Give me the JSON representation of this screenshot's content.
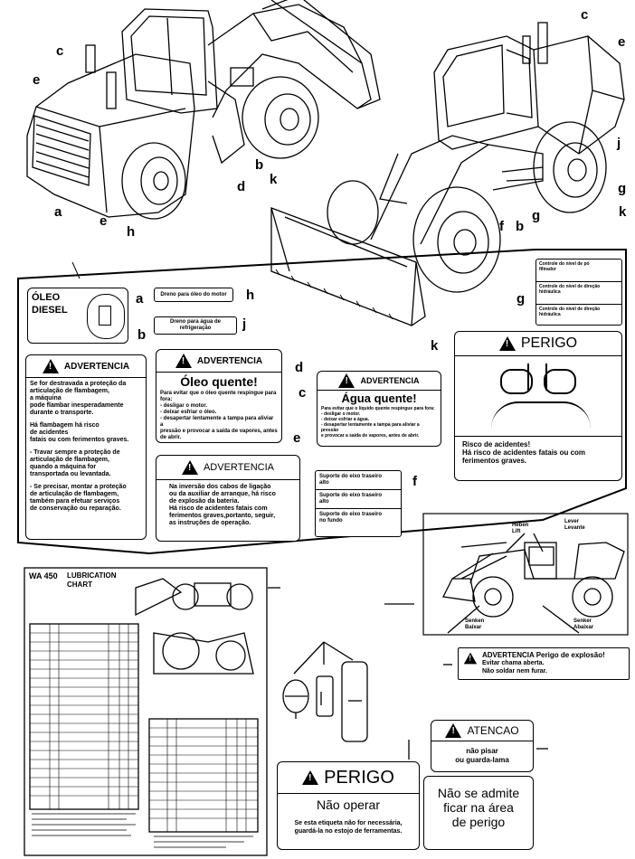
{
  "callouts": {
    "left_machine": [
      "c",
      "e",
      "a",
      "e",
      "h",
      "d",
      "b",
      "k"
    ],
    "right_machine": [
      "c",
      "e",
      "j",
      "g",
      "k",
      "f",
      "b",
      "g"
    ]
  },
  "sheet": {
    "oleo_diesel": [
      "ÓLEO",
      "DIESEL"
    ],
    "drain_oil": "Dreno para óleo do motor",
    "drain_water": "Dreno para água de refrigeração",
    "advertencia_b": {
      "header": "ADVERTENCIA",
      "lines": [
        "Se for destravada a proteção da",
        "articulação de flambagem,",
        "a máquina",
        "pode flambar inesperadamente",
        "durante o transporte.",
        "",
        "Há flambagem há risco",
        "de acidentes",
        "fatais ou com ferimentos graves.",
        "",
        "- Travar sempre a proteção de",
        "  articulação de flambagem,",
        "  quando a máquina for",
        "  transportada ou levantada.",
        "",
        "- Se precisar, montar a proteção",
        "  de articulação de flambagem,",
        "  também para efetuar serviços",
        "  de conservação ou reparação."
      ]
    },
    "advertencia_d": {
      "header": "ADVERTENCIA",
      "title": "Óleo quente!",
      "lines": [
        "Para evitar que o óleo quente respingue para fora:",
        "- desligar o motor.",
        "- deixar esfriar o óleo.",
        "- desapertar lentamente a tampa para aliviar a",
        "  pressão e provocar a saída de vapores, antes de abrir."
      ]
    },
    "advertencia_c": {
      "header": "ADVERTENCIA",
      "title": "Água quente!",
      "lines": [
        "Para evitar que o líquido quente respingue para fora:",
        "- desligar o motor.",
        "- deixar esfriar a água.",
        "- desapertar lentamente a tampa para aliviar a pressão",
        "  e provocar a saída de vapores, antes de abrir."
      ]
    },
    "advertencia_e": {
      "header": "ADVERTENCIA",
      "lines": [
        "Na inversão dos cabos de ligação",
        "ou da auxiliar de arranque, há risco",
        "de explosão da bateria.",
        "Há risco de acidentes fatais com",
        "ferimentos graves,portanto, seguir,",
        "as instruções de operação."
      ]
    },
    "suporte_f": [
      "Suporte do eixo traseiro",
      "alto",
      "Suporte do eixo traseiro",
      "alto",
      "Suporte do eixo traseiro",
      "no fundo"
    ],
    "oil_level_g": [
      "Controle do nível de pó",
      "filtrador",
      "Controle do nível de direção",
      "hidráulica",
      "Controle do nível de direção",
      "hidráulica"
    ],
    "perigo_k": {
      "header": "PERIGO",
      "lines": [
        "Risco de acidentes!",
        "Há risco de acidentes fatais ou com",
        "ferimentos graves."
      ]
    },
    "labels": [
      "a",
      "b",
      "d",
      "h",
      "j",
      "c",
      "e",
      "f",
      "g",
      "k"
    ]
  },
  "lifting": {
    "labels": [
      "Heben",
      "Lift",
      "Lever",
      "Levante",
      "Senken",
      "Baixar",
      "Senker",
      "Abaixar"
    ]
  },
  "explosion": {
    "header": "ADVERTENCIA",
    "tail": "Perigo de explosão!",
    "lines": [
      "Evitar chama aberta.",
      "Não soldar nem furar."
    ]
  },
  "atencao": {
    "header": "ATENCAO",
    "lines": [
      "não pisar",
      "ou guarda-lama"
    ]
  },
  "perigo_bottom": {
    "header": "PERIGO",
    "title": "Não operar",
    "lines": [
      "Se esta etiqueta não for necessária,",
      "guardá-la no estojo de ferramentas."
    ]
  },
  "nao_admite": [
    "Não se admite",
    "ficar na área",
    "de perigo"
  ],
  "lub_chart": {
    "title": [
      "WA 450",
      "LUBRICATION",
      "CHART"
    ]
  }
}
